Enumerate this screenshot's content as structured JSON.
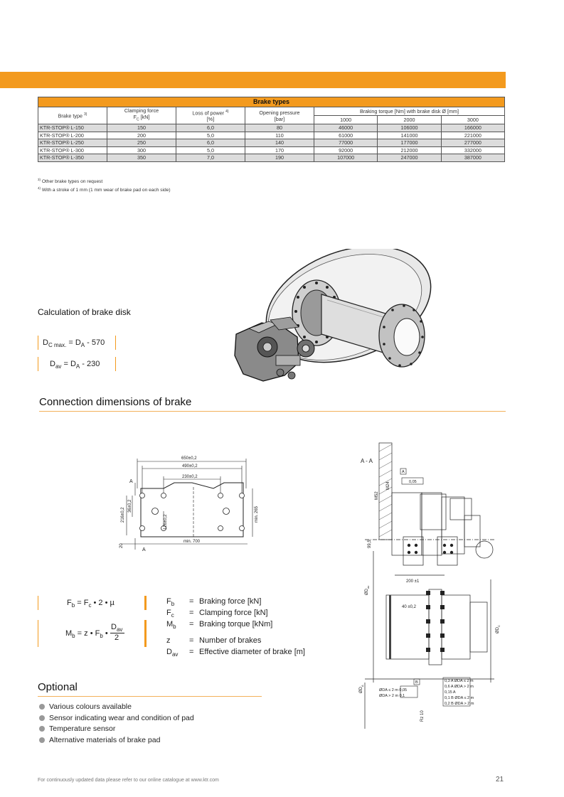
{
  "table": {
    "title": "Brake types",
    "col_brake_type": "Brake type ",
    "col_brake_type_sup": "3)",
    "col_clamping_1": "Clamping force",
    "col_clamping_2": "F",
    "col_clamping_sub": "C",
    "col_clamping_unit": " [kN]",
    "col_loss_1": "Loss of power ",
    "col_loss_sup": "4)",
    "col_loss_2": "[%]",
    "col_opening_1": "Opening pressure",
    "col_opening_2": "[bar]",
    "col_torque": "Braking torque [Nm] with brake disk Ø [mm]",
    "disk_sizes": [
      "1000",
      "2000",
      "3000"
    ],
    "rows": [
      {
        "type": "KTR-STOP® L-150",
        "force": "150",
        "loss": "6,0",
        "pressure": "80",
        "t1": "46000",
        "t2": "106000",
        "t3": "166000"
      },
      {
        "type": "KTR-STOP® L-200",
        "force": "200",
        "loss": "5,0",
        "pressure": "110",
        "t1": "61000",
        "t2": "141000",
        "t3": "221000"
      },
      {
        "type": "KTR-STOP® L-250",
        "force": "250",
        "loss": "6,0",
        "pressure": "140",
        "t1": "77000",
        "t2": "177000",
        "t3": "277000"
      },
      {
        "type": "KTR-STOP® L-300",
        "force": "300",
        "loss": "5,0",
        "pressure": "170",
        "t1": "92000",
        "t2": "212000",
        "t3": "332000"
      },
      {
        "type": "KTR-STOP® L-350",
        "force": "350",
        "loss": "7,0",
        "pressure": "190",
        "t1": "107000",
        "t2": "247000",
        "t3": "387000"
      }
    ]
  },
  "footnotes": {
    "n3_sup": "3)",
    "n3": " Other brake types on request",
    "n4_sup": "4)",
    "n4": " With a stroke of 1 mm (1 mm wear of brake pad on each side)"
  },
  "calculation": {
    "title": "Calculation of brake disk",
    "f1_a": "D",
    "f1_sub": "C max.",
    "f1_b": " = D",
    "f1_sub2": "A",
    "f1_c": " - 570",
    "f2_a": "D",
    "f2_sub": "av",
    "f2_b": " = D",
    "f2_sub2": "A",
    "f2_c": " - 230"
  },
  "connection": {
    "title": "Connection dimensions of brake",
    "dims": {
      "d650": "650±0,2",
      "d490": "490±0,2",
      "d230": "230±0,2",
      "d216": "216±0,2",
      "d36": "36±0,2",
      "d126": "126±0,2",
      "d20": "20",
      "min700": "min. 700",
      "min265": "min. 265",
      "a": "A",
      "aa": "A - A",
      "m24": "M24",
      "m52": "M52",
      "d995": "99,5",
      "d200": "200 ±1",
      "d40": "40 ±0,2",
      "dav": "ØD",
      "dc": "ØD",
      "da": "ØD",
      "tol005": "0,05",
      "b": "B",
      "tol_rows": [
        "0,3 A  ØDA ≤ 2 m",
        "0,6 A  ØDA > 2 m",
        "0,15 A",
        "0,1 B  ØDA ≤ 2 m",
        "0,2 B  ØDA > 2 m"
      ],
      "tol_left": [
        "ØDA ≤ 2 m  0,05",
        "ØDA > 2 m  0,1"
      ],
      "rz10": "Rz 10"
    }
  },
  "formulas": {
    "fb_a": "F",
    "fb_sub": "b",
    "fb_b": " = F",
    "fb_sub2": "c",
    "fb_c": " • 2 • µ",
    "mb_a": "M",
    "mb_sub": "b",
    "mb_b": " = z • F",
    "mb_sub2": "b",
    "mb_c": " •",
    "mb_num": "D",
    "mb_num_sub": "av",
    "mb_den": "2"
  },
  "legend": [
    {
      "sym": "F",
      "sub": "b",
      "desc": "Braking force [kN]"
    },
    {
      "sym": "F",
      "sub": "c",
      "desc": "Clamping force [kN]"
    },
    {
      "sym": "M",
      "sub": "b",
      "desc": "Braking torque [kNm]"
    },
    {
      "sym": "z",
      "sub": "",
      "desc": "Number of brakes"
    },
    {
      "sym": "D",
      "sub": "av",
      "desc": "Effective diameter of brake [m]"
    }
  ],
  "legend_eq": "=",
  "optional": {
    "title": "Optional",
    "items": [
      "Various colours available",
      "Sensor indicating wear and condition of pad",
      "Temperature sensor",
      "Alternative materials of brake pad"
    ]
  },
  "footer": {
    "text": "For continuously updated data please refer to our online catalogue at www.ktr.com",
    "page": "21"
  },
  "colors": {
    "accent": "#f39a1e",
    "row_shade": "#dcdcdc"
  }
}
